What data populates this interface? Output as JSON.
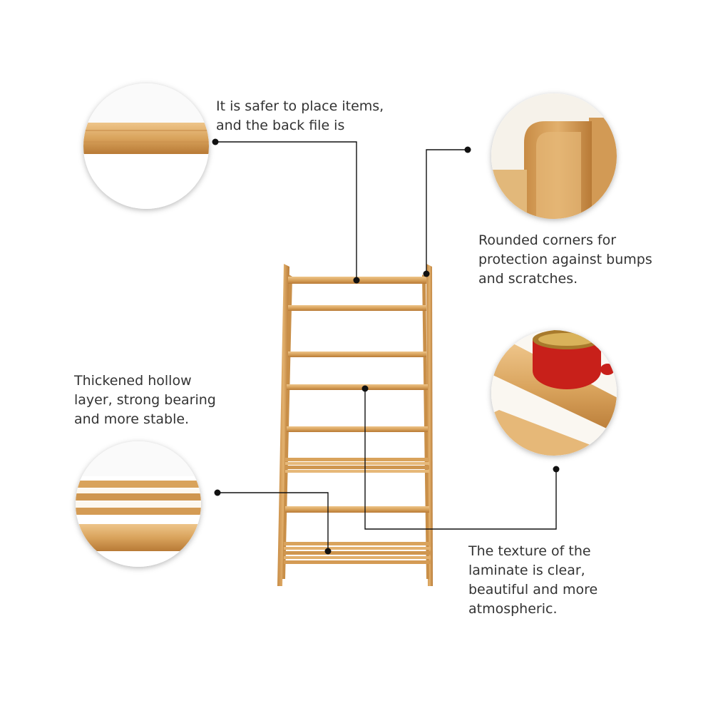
{
  "callouts": {
    "back_board": {
      "lines": [
        "It is safer to place items,",
        "and the back file is"
      ],
      "icon": "bamboo-back-board-closeup"
    },
    "rounded_corners": {
      "lines": [
        "Rounded corners for",
        "protection against bumps",
        "and scratches."
      ],
      "icon": "rounded-corner-closeup"
    },
    "hollow_layer": {
      "lines": [
        "Thickened hollow",
        "layer, strong bearing",
        "and more stable."
      ],
      "icon": "slatted-layer-closeup"
    },
    "laminate_texture": {
      "lines": [
        "The texture of the",
        "laminate is clear,",
        "beautiful and more",
        "atmospheric."
      ],
      "icon": "laminate-with-red-tin-closeup"
    }
  },
  "colors": {
    "bamboo": "#d9a35c",
    "bamboo_dark": "#b87a36",
    "bamboo_light": "#eec58a",
    "leader_line": "#111111",
    "text": "#333333",
    "tin_red": "#c8201a"
  }
}
